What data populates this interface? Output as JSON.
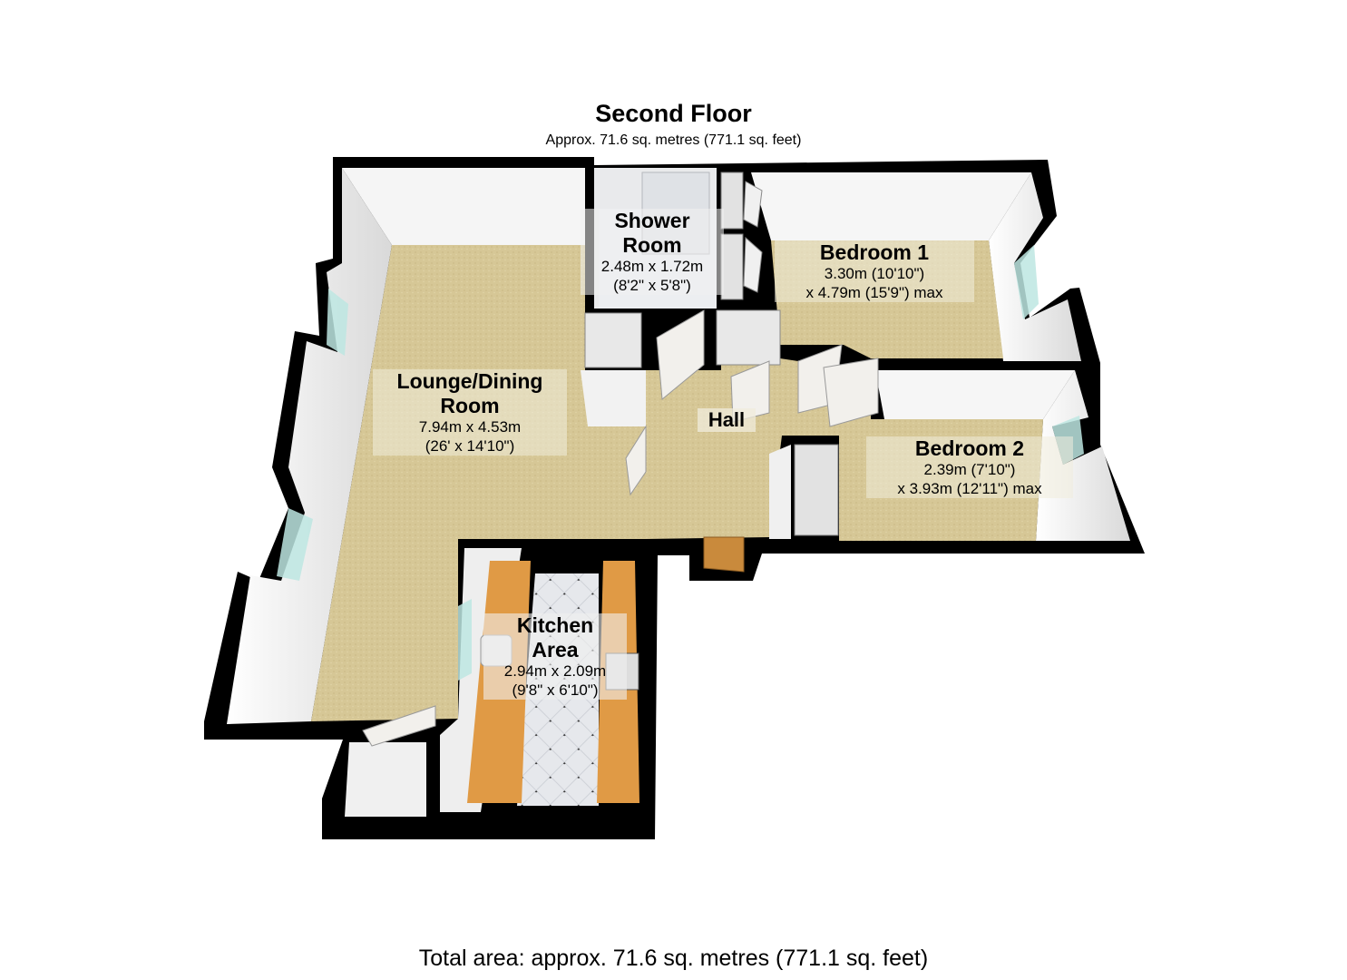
{
  "floor": {
    "title": "Second Floor",
    "area": "Approx. 71.6 sq. metres (771.1 sq. feet)"
  },
  "rooms": {
    "lounge": {
      "name": [
        "Lounge/Dining",
        "Room"
      ],
      "dims": [
        "7.94m x 4.53m",
        "(26' x 14'10\")"
      ]
    },
    "shower": {
      "name": [
        "Shower",
        "Room"
      ],
      "dims": [
        "2.48m x 1.72m",
        "(8'2\" x 5'8\")"
      ]
    },
    "bedroom1": {
      "name": [
        "Bedroom 1"
      ],
      "dims": [
        "3.30m (10'10\")",
        "x 4.79m (15'9\") max"
      ]
    },
    "bedroom2": {
      "name": [
        "Bedroom 2"
      ],
      "dims": [
        "2.39m (7'10\")",
        "x 3.93m (12'11\") max"
      ]
    },
    "hall": {
      "name": "Hall"
    },
    "kitchen": {
      "name": [
        "Kitchen",
        "Area"
      ],
      "dims": [
        "2.94m x 2.09m",
        "(9'8\" x 6'10\")"
      ]
    }
  },
  "total_area": "Total area: approx. 71.6 sq. metres (771.1 sq. feet)",
  "colors": {
    "wall": "#000000",
    "carpet": "#d8c99a",
    "wall_face": "#f3f3f3",
    "worktop": "#e09a45",
    "tile": "#e4e6ea",
    "window": "#bde6e2"
  }
}
